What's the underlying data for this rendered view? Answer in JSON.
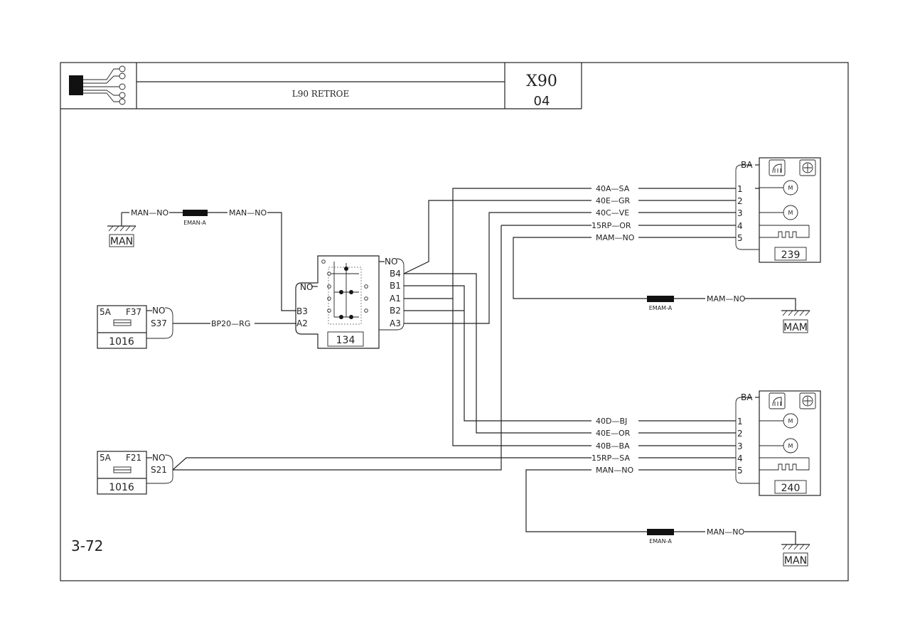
{
  "header": {
    "title": "L90 RETROE",
    "model": "X90",
    "version": "04",
    "page_ref": "3-72"
  },
  "ground_labels": {
    "man_left": "MAN",
    "mam_right": "MAM",
    "man_right": "MAN"
  },
  "splices": {
    "left": "EMAN-A",
    "mid": "EMAM-A",
    "bottom": "EMAN-A"
  },
  "wires": {
    "man_no_a": "MAN—NO",
    "man_no_b": "MAN—NO",
    "bp20": "BP20—RG",
    "mam_no_1": "MAM—NO",
    "mam_no_2": "MAM—NO",
    "man_no_c": "MAN—NO",
    "top": [
      "40A—SA",
      "40E—GR",
      "40C—VE",
      "15RP—OR",
      "MAM—NO"
    ],
    "bottom": [
      "40D—BJ",
      "40E—OR",
      "40B—BA",
      "15RP—SA",
      "MAN—NO"
    ]
  },
  "fuses": {
    "f37": {
      "amp": "5A",
      "name": "F37",
      "no": "NO",
      "pin": "S37",
      "id": "1016"
    },
    "f21": {
      "amp": "5A",
      "name": "F21",
      "no": "NO",
      "pin": "S21",
      "id": "1016"
    }
  },
  "switch": {
    "id": "134",
    "left_no": "NO",
    "left_pins": [
      "B3",
      "A2"
    ],
    "right_no": "NO",
    "right_pins": [
      "B4",
      "B1",
      "A1",
      "B2",
      "A3"
    ]
  },
  "mirrors": {
    "top": {
      "id": "239",
      "ba": "BA",
      "pins": [
        "1",
        "2",
        "3",
        "4",
        "5"
      ]
    },
    "bottom": {
      "id": "240",
      "ba": "BA",
      "pins": [
        "1",
        "2",
        "3",
        "4",
        "5"
      ]
    }
  },
  "motor_label": "M"
}
